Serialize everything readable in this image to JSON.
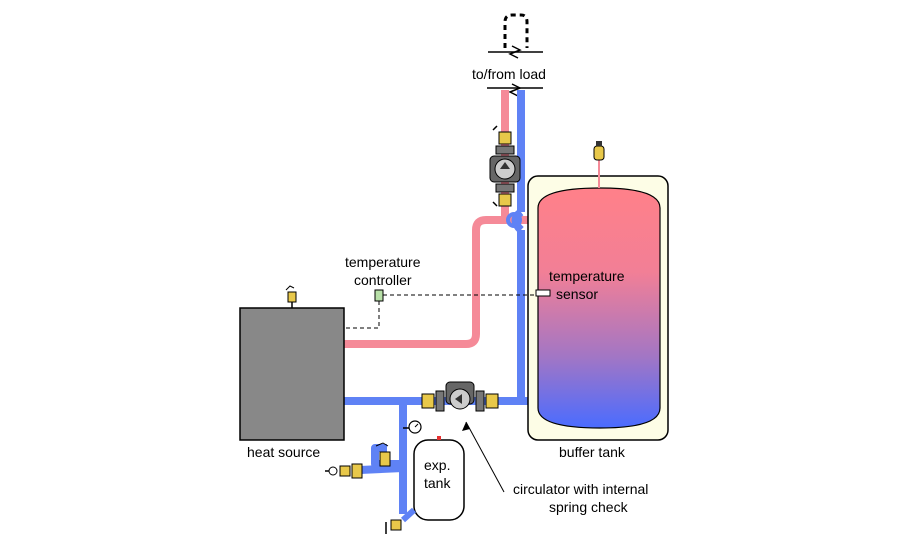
{
  "labels": {
    "to_from_load": "to/from load",
    "temperature_controller": [
      "temperature",
      "controller"
    ],
    "temperature_sensor": [
      "temperature",
      "sensor"
    ],
    "heat_source": "heat source",
    "buffer_tank": "buffer tank",
    "exp_tank": [
      "exp.",
      "tank"
    ],
    "circulator_note": [
      "circulator with internal",
      "spring check"
    ]
  },
  "colors": {
    "hot_pipe": "#f58a98",
    "cold_pipe": "#5f82f5",
    "boiler": "#888888",
    "tank_jacket": "#fdfde6",
    "tank_top": "#ff8089",
    "tank_bottom": "#4a6cff",
    "brass": "#e8c84a",
    "control_wire": "#000000"
  }
}
